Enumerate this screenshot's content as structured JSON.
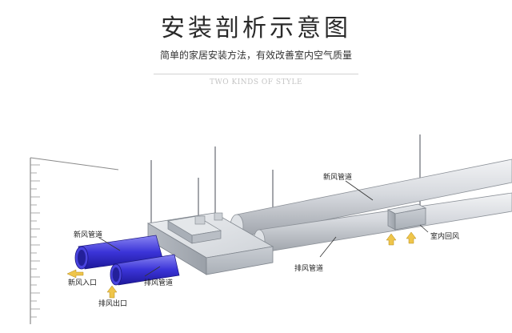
{
  "header": {
    "title": "安装剖析示意图",
    "subtitle": "简单的家居安装方法，有效改善室内空气质量",
    "tagline": "TWO KINDS OF STYLE"
  },
  "diagram": {
    "labels": {
      "fresh_duct_main": "新风管道",
      "fresh_duct_inlet": "新风管道",
      "fresh_inlet": "新风入口",
      "exhaust_outlet": "排风出口",
      "exhaust_duct_left": "排风管道",
      "exhaust_duct_right": "排风管道",
      "indoor_return": "室内回风"
    },
    "colors": {
      "intake_pipe": "#3b34d8",
      "duct_gray": "#c4c8ce",
      "arrow_yellow": "#efc54a",
      "leader_line": "#333333"
    }
  }
}
